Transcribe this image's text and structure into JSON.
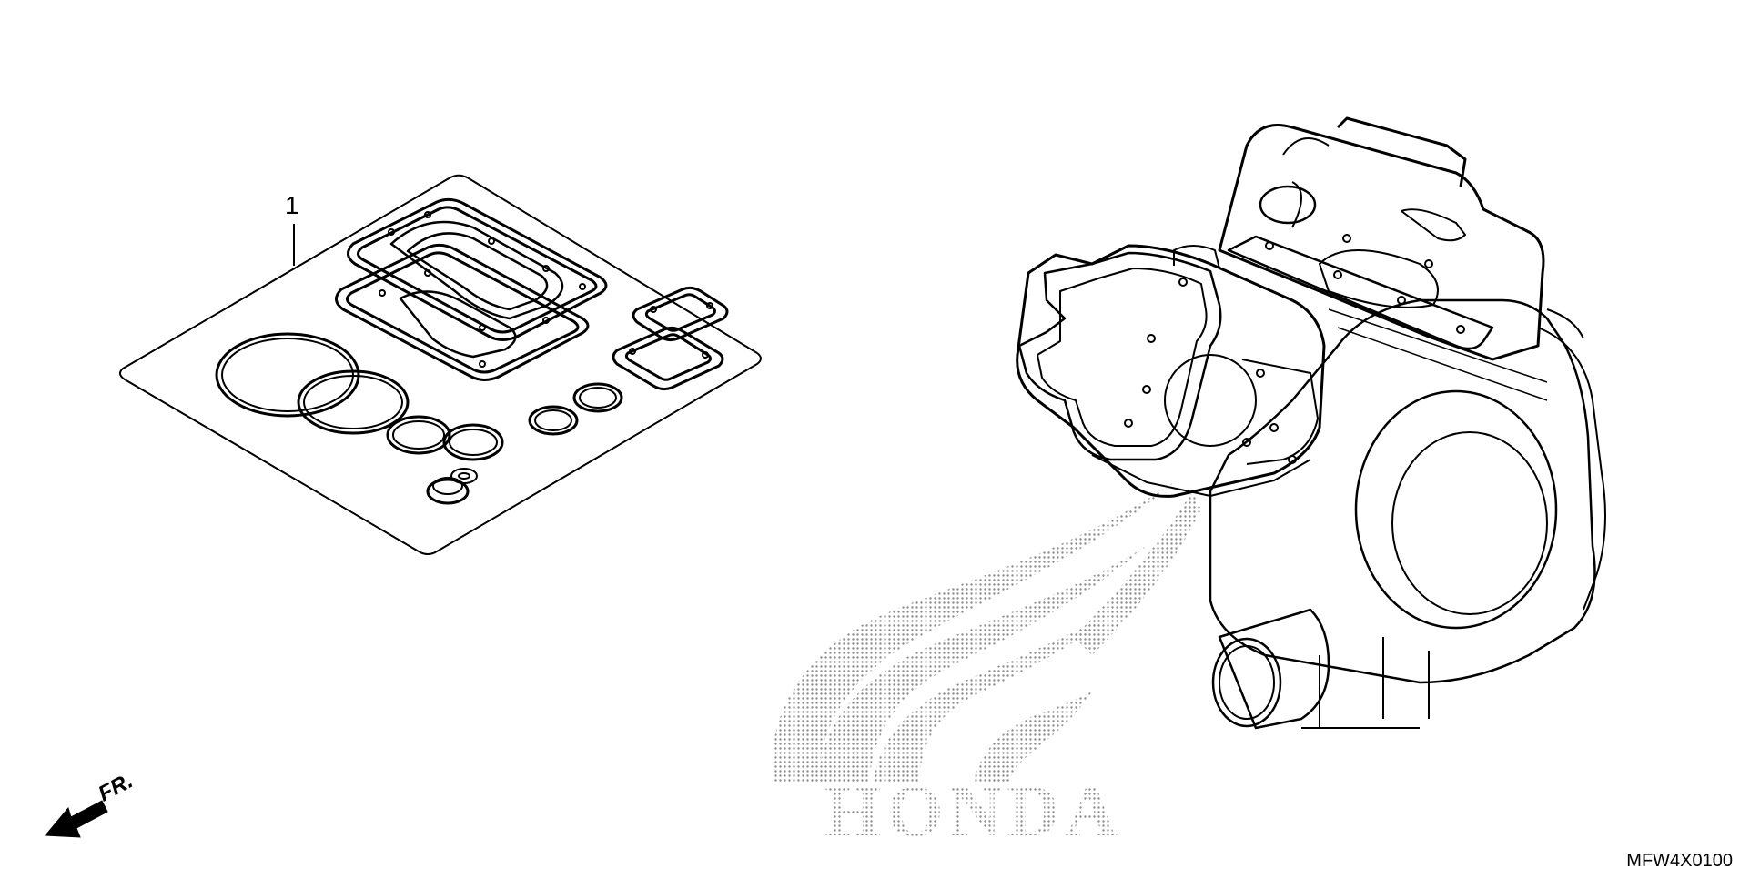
{
  "callouts": {
    "gasket_kit_number": "1"
  },
  "direction_indicator": {
    "label": "FR."
  },
  "diagram_code": "MFW4X0100",
  "watermark": {
    "text": "HONDA"
  },
  "colors": {
    "line": "#000000",
    "background": "#ffffff",
    "watermark_dots": "#9a9a9a"
  }
}
